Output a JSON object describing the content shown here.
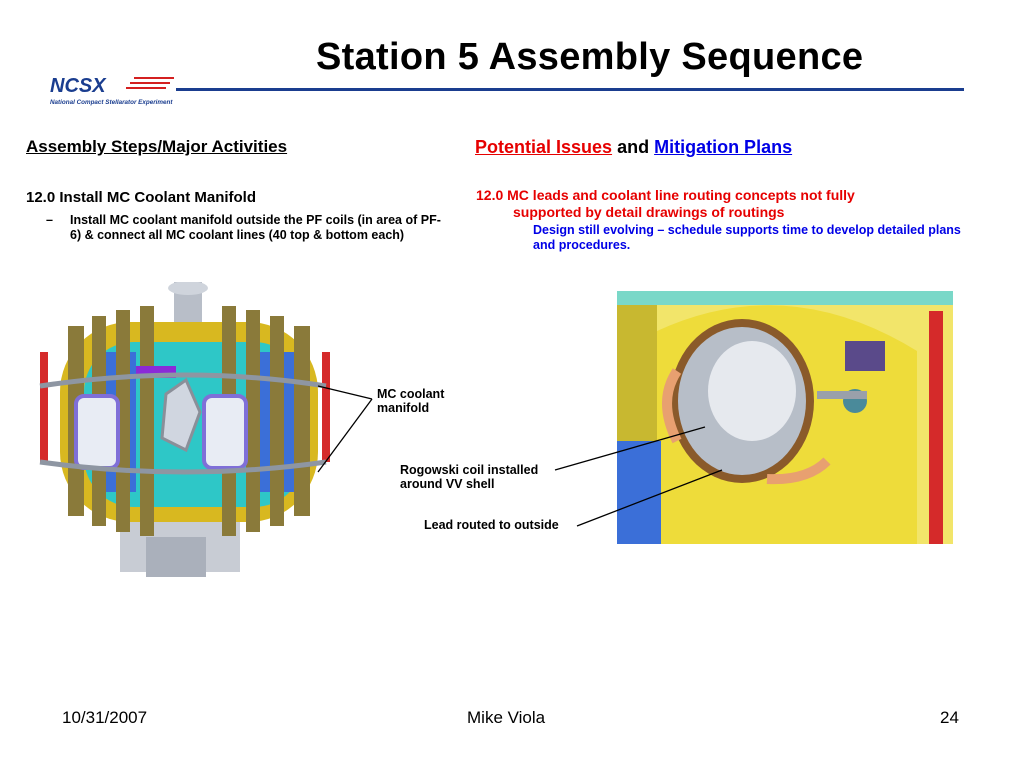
{
  "slide": {
    "title": "Station 5 Assembly Sequence",
    "logo": {
      "text": "NCSX",
      "subtitle": "National Compact Stellarator Experiment"
    }
  },
  "left_column": {
    "heading": "Assembly Steps/Major Activities",
    "step": "12.0 Install MC Coolant Manifold",
    "bullet_dash": "–",
    "bullet": "Install MC coolant manifold outside the PF coils (in area of PF-6) & connect all MC coolant lines (40 top & bottom each)"
  },
  "right_column": {
    "heading_part1": "Potential Issues",
    "heading_part2": " and ",
    "heading_part3": "Mitigation Plans",
    "step_line1": "12.0 MC leads and coolant line routing concepts not fully",
    "step_line2": "supported by detail drawings of routings",
    "sub": "Design still evolving – schedule supports time to develop detailed plans and procedures."
  },
  "callouts": {
    "coolant": "MC coolant manifold",
    "rogowski": "Rogowski coil installed around VV shell",
    "lead": "Lead routed to outside"
  },
  "images": {
    "left_icon": "stellarator-assembly-render",
    "right_icon": "vacuum-vessel-port-render"
  },
  "colors": {
    "issues_red": "#e60000",
    "mitigation_blue": "#0000e6",
    "logo_blue": "#1a3d8f",
    "logo_red": "#d42020"
  },
  "footer": {
    "date": "10/31/2007",
    "author": "Mike Viola",
    "page": "24"
  }
}
